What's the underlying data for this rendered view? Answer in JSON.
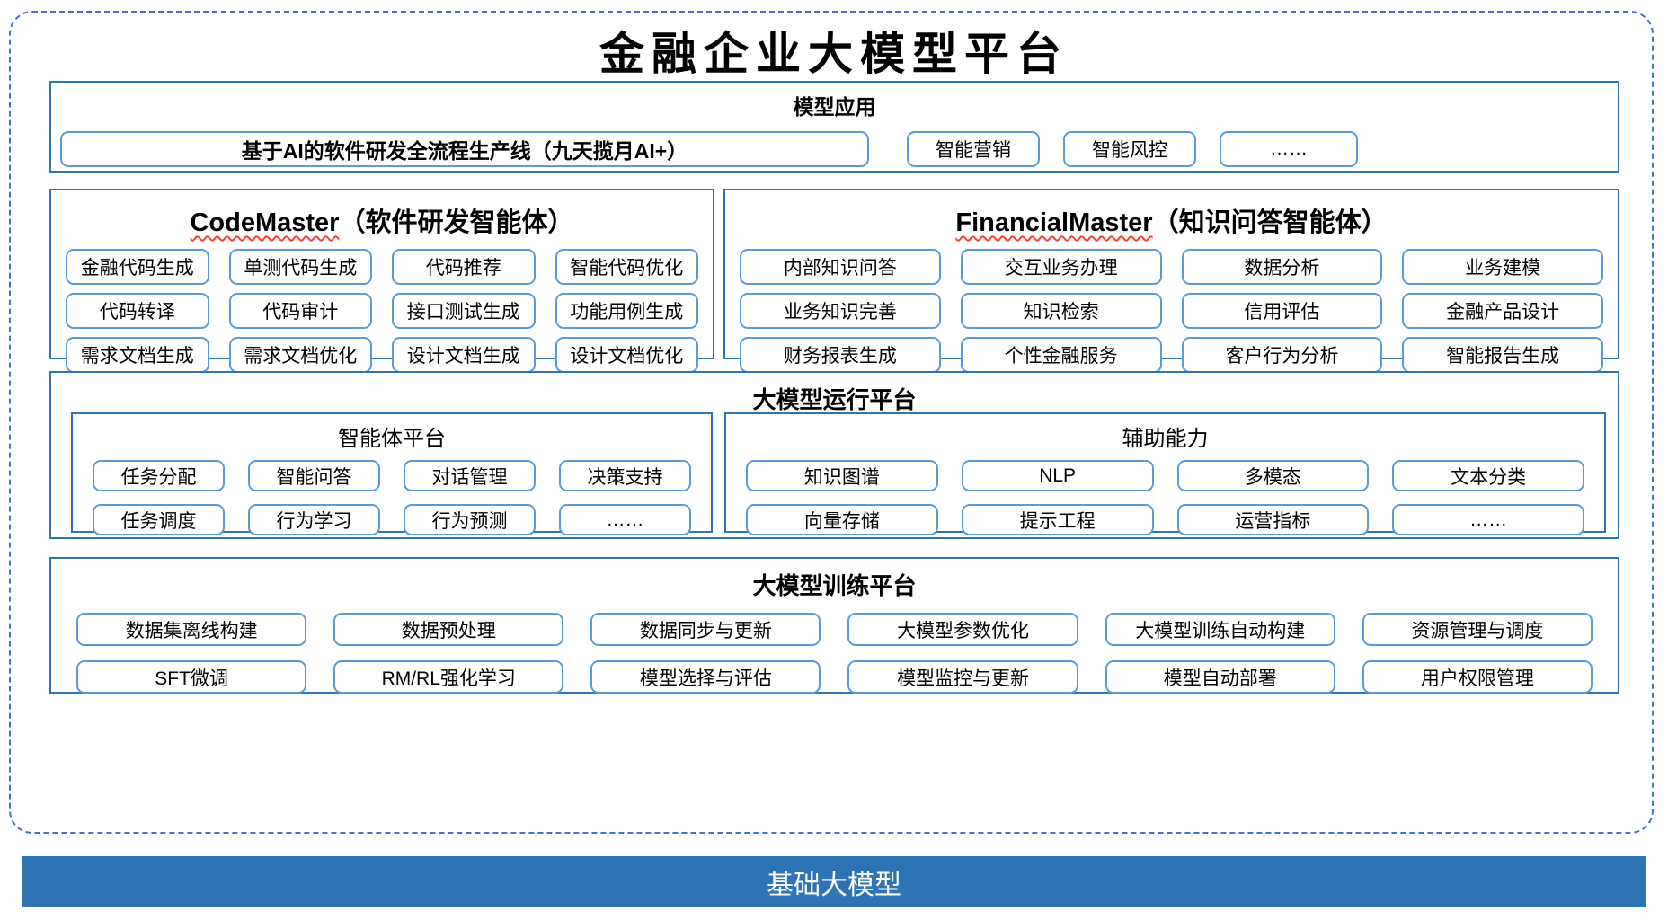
{
  "title": "金融企业大模型平台",
  "apps": {
    "title": "模型应用",
    "pipeline": "基于AI的软件研发全流程生产线（九天揽月AI+）",
    "items": [
      "智能营销",
      "智能风控",
      "……"
    ]
  },
  "code_master": {
    "title_en": "CodeMaster",
    "title_zh": "（软件研发智能体）",
    "items": [
      "金融代码生成",
      "单测代码生成",
      "代码推荐",
      "智能代码优化",
      "代码转译",
      "代码审计",
      "接口测试生成",
      "功能用例生成",
      "需求文档生成",
      "需求文档优化",
      "设计文档生成",
      "设计文档优化"
    ]
  },
  "financial_master": {
    "title_en": "FinancialMaster",
    "title_zh": "（知识问答智能体）",
    "items": [
      "内部知识问答",
      "交互业务办理",
      "数据分析",
      "业务建模",
      "业务知识完善",
      "知识检索",
      "信用评估",
      "金融产品设计",
      "财务报表生成",
      "个性金融服务",
      "客户行为分析",
      "智能报告生成"
    ]
  },
  "runtime": {
    "title": "大模型运行平台",
    "agent_platform": {
      "title": "智能体平台",
      "items": [
        "任务分配",
        "智能问答",
        "对话管理",
        "决策支持",
        "任务调度",
        "行为学习",
        "行为预测",
        "……"
      ]
    },
    "aux": {
      "title": "辅助能力",
      "items": [
        "知识图谱",
        "NLP",
        "多模态",
        "文本分类",
        "向量存储",
        "提示工程",
        "运营指标",
        "……"
      ]
    }
  },
  "training": {
    "title": "大模型训练平台",
    "items": [
      "数据集离线构建",
      "数据预处理",
      "数据同步与更新",
      "大模型参数优化",
      "大模型训练自动构建",
      "资源管理与调度",
      "SFT微调",
      "RM/RL强化学习",
      "模型选择与评估",
      "模型监控与更新",
      "模型自动部署",
      "用户权限管理"
    ]
  },
  "base": {
    "label": "基础大模型"
  },
  "colors": {
    "section_border": "#2E75B6",
    "item_border": "#5B9BD5",
    "dashed_border": "#4472C4",
    "base_bar_bg": "#2E74B5",
    "wavy_underline": "#F44336",
    "text": "#000000"
  }
}
